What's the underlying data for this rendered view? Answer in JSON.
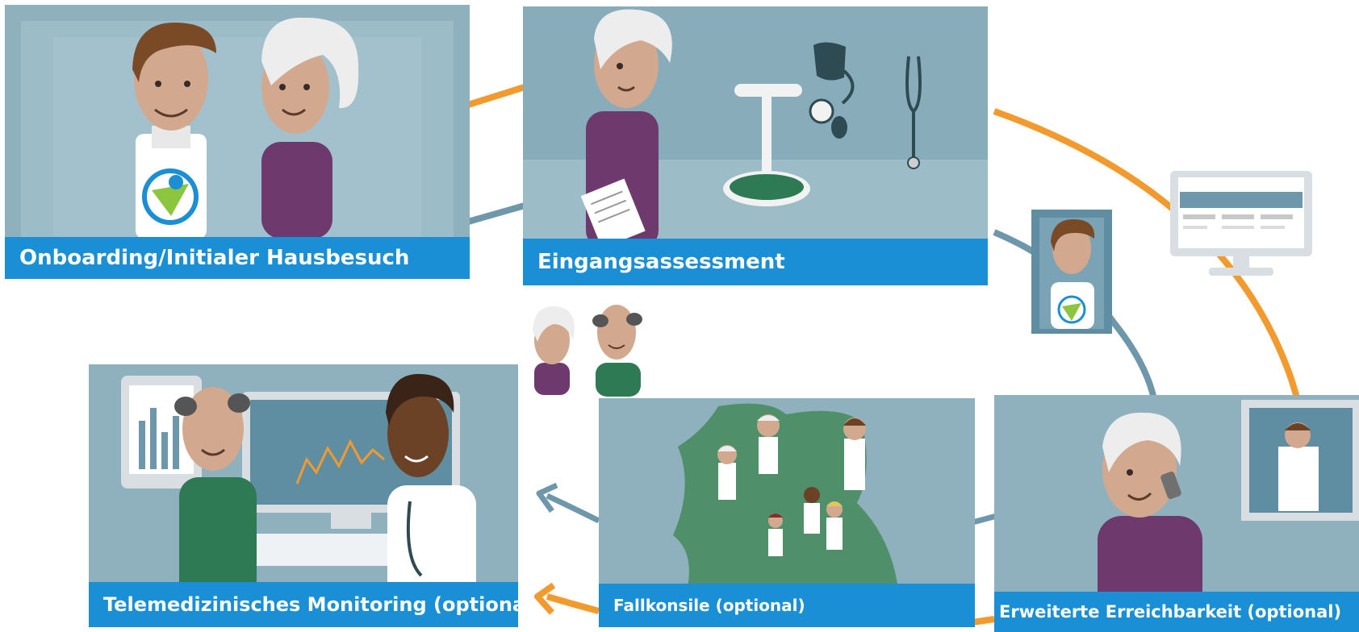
{
  "panels": [
    {
      "id": "onboarding",
      "caption": "Onboarding/Initialer Hausbesuch"
    },
    {
      "id": "eingangsassessment",
      "caption": "Eingangsassessment"
    },
    {
      "id": "telemonitoring",
      "caption": "Telemedizinisches Monitoring (optional)"
    },
    {
      "id": "fallkonsile",
      "caption": "Fallkonsile (optional)"
    },
    {
      "id": "erreichbarkeit",
      "caption": "Erweiterte Erreichbarkeit (optional)"
    }
  ],
  "colors": {
    "caption_bar": "#1a8fd6",
    "panel_bg": "#8fb0bd",
    "connector_orange": "#f29a2e",
    "connector_blue": "#6e97ab",
    "map_green": "#4f8f6a",
    "patient_purple": "#6e3a6e",
    "patient_green": "#2e7a55"
  },
  "icons": [
    "logo-icon",
    "scale-icon",
    "blood-pressure-cuff-icon",
    "stethoscope-icon",
    "computer-monitor-icon",
    "map-icon",
    "phone-icon",
    "tablet-chart-icon",
    "line-chart-icon"
  ]
}
